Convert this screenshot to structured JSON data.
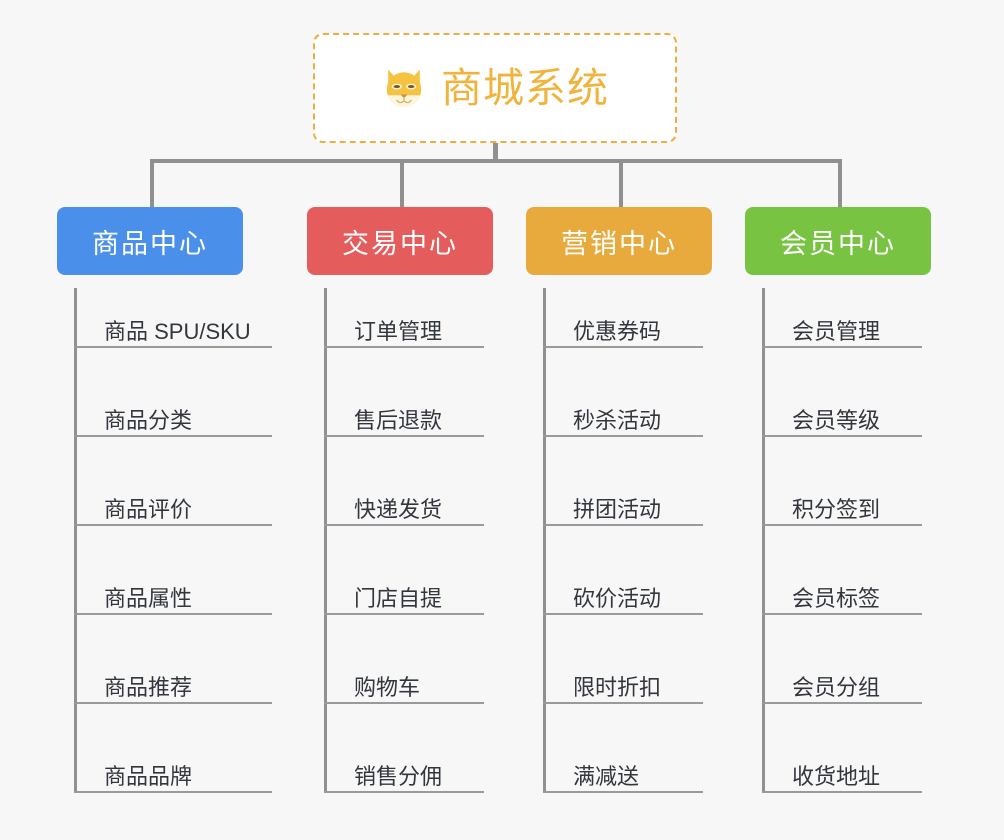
{
  "page": {
    "background_color": "#f7f7f7",
    "connector_color": "#909090",
    "leaf_text_color": "#33363c",
    "leaf_rule_color": "#9a9a9a"
  },
  "root": {
    "title": "商城系统",
    "icon": "shiba-inu-dog-face-icon",
    "text_color": "#f0b43c",
    "border_color": "#edae3c",
    "background_color": "#ffffff"
  },
  "categories": [
    {
      "label": "商品中心",
      "color": "#4a90ea",
      "items": [
        "商品 SPU/SKU",
        "商品分类",
        "商品评价",
        "商品属性",
        "商品推荐",
        "商品品牌"
      ]
    },
    {
      "label": "交易中心",
      "color": "#e45c5c",
      "items": [
        "订单管理",
        "售后退款",
        "快递发货",
        "门店自提",
        "购物车",
        "销售分佣"
      ]
    },
    {
      "label": "营销中心",
      "color": "#e8aa3c",
      "items": [
        "优惠券码",
        "秒杀活动",
        "拼团活动",
        "砍价活动",
        "限时折扣",
        "满减送"
      ]
    },
    {
      "label": "会员中心",
      "color": "#78c442",
      "items": [
        "会员管理",
        "会员等级",
        "积分签到",
        "会员标签",
        "会员分组",
        "收货地址"
      ]
    }
  ]
}
